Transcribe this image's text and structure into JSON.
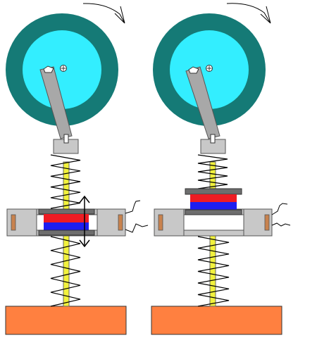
{
  "colors": {
    "disk_outer": "#157A76",
    "disk_inner": "#33EEFF",
    "arm": "#A8A8A8",
    "spring_rod": "#F2F23C",
    "magnet_top": "#EE1C23",
    "magnet_bottom": "#1E1EF0",
    "plate": "#6E6E6E",
    "base": "#FF8040",
    "frame": "#C8C8C8",
    "coil_stripe": "#C8824E"
  },
  "diagram": {
    "panels": [
      {
        "name": "left-mechanism",
        "state": "magnet-inside-coil",
        "motion_arrow": true
      },
      {
        "name": "right-mechanism",
        "state": "magnet-above-coil",
        "motion_arrow": false
      }
    ],
    "icons": [
      "rotation-arrow-icon",
      "wire-lead-icon",
      "double-arrow-icon",
      "bolt-icon"
    ]
  }
}
